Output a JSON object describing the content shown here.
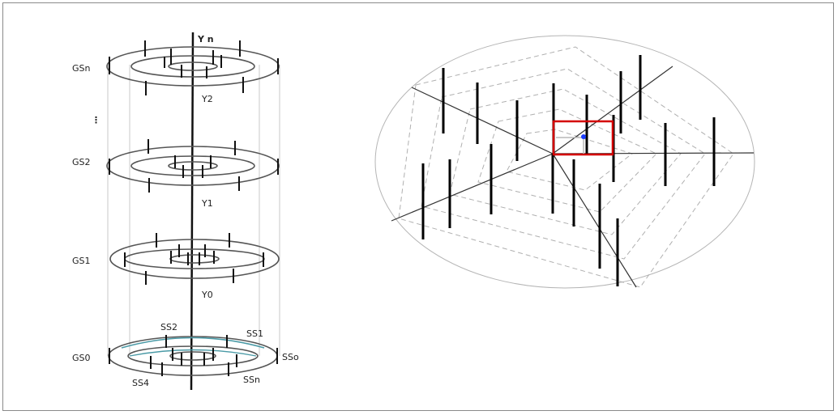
{
  "left_diagram": {
    "axis_top_label": "Y n",
    "levels": [
      {
        "label": "GSn",
        "axis_label": "Y2"
      },
      {
        "label": "GS2",
        "axis_label": "Y1"
      },
      {
        "label": "GS1",
        "axis_label": "Y0"
      },
      {
        "label": "GS0",
        "axis_label": ""
      }
    ],
    "ellipsis": "⋮",
    "bottom_labels": {
      "ss2": "SS2",
      "ss1": "SS1",
      "sso": "SSo",
      "ssn": "SSn",
      "ss4": "SS4"
    }
  },
  "colors": {
    "rings": "#555555",
    "axis": "#111111",
    "highlight": "#d40000",
    "point": "#1a3cff",
    "teal": "#4a9aa6"
  }
}
